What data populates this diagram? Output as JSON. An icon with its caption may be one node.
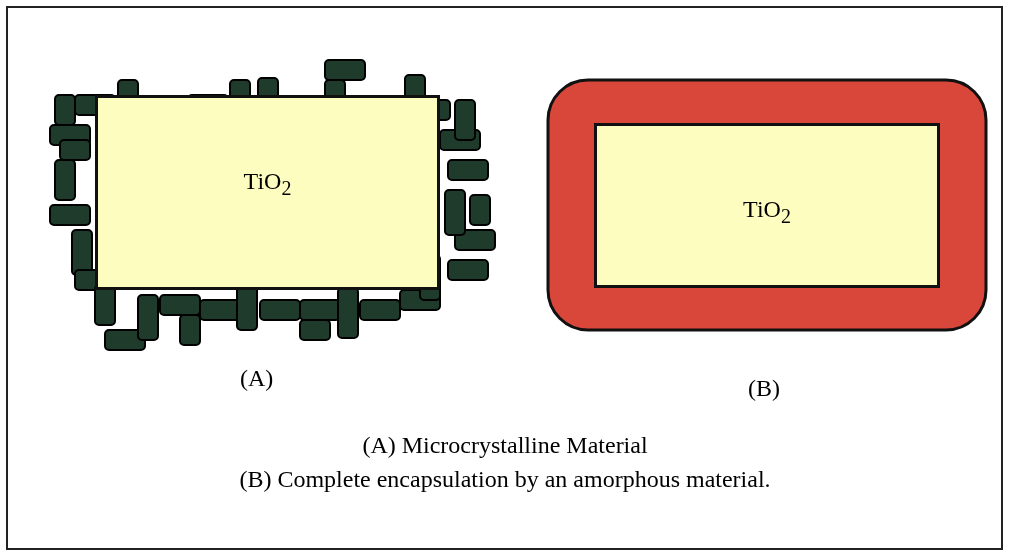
{
  "diagram": {
    "nodes": [
      {
        "text": [
          "TiO$_{2}$"
        ]
      },
      {
        "text": [
          "TiO$_{2}$"
        ]
      }
    ],
    "edges": [],
    "labels": [
      "(A)",
      "(B)",
      "(A) Microcrystalline Material",
      "(B) Complete encapsulation by an amorphous material."
    ]
  }
}
